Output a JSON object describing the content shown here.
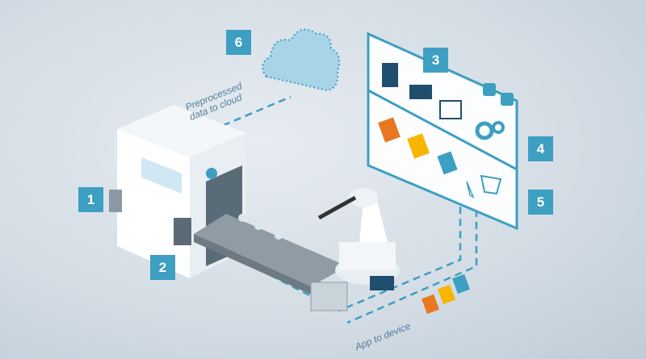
{
  "badges": [
    "1",
    "2",
    "3",
    "4",
    "5",
    "6"
  ],
  "labels": {
    "cloud_line1": "Preprocessed",
    "cloud_line2": "data to cloud",
    "app": "App to device"
  },
  "colors": {
    "accent": "#3d9fc2",
    "orange": "#e87722",
    "yellow": "#f7b500",
    "dark": "#1f4e6e"
  }
}
